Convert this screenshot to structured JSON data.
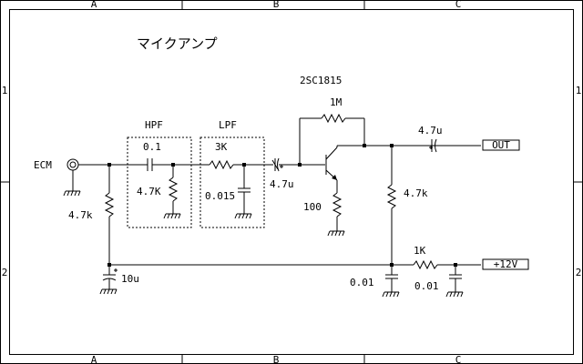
{
  "title": "マイクアンプ",
  "frame": {
    "col_top": [
      "A",
      "B",
      "C"
    ],
    "col_bottom": [
      "A",
      "B",
      "C"
    ],
    "row_left": [
      "1",
      "2"
    ],
    "row_right": [
      "1",
      "2"
    ]
  },
  "labels": {
    "ecm": "ECM",
    "r_input": "4.7k",
    "c_bias": "10u",
    "hpf": "HPF",
    "hpf_c": "0.1",
    "hpf_r": "4.7K",
    "lpf": "LPF",
    "lpf_r": "3K",
    "lpf_c": "0.015",
    "c_coupling": "4.7u",
    "transistor": "2SC1815",
    "r_feedback": "1M",
    "r_emitter": "100",
    "r_collector": "4.7k",
    "c_out": "4.7u",
    "out": "OUT",
    "r_supply": "1K",
    "c_supply1": "0.01",
    "c_supply2": "0.01",
    "vcc": "+12V"
  }
}
